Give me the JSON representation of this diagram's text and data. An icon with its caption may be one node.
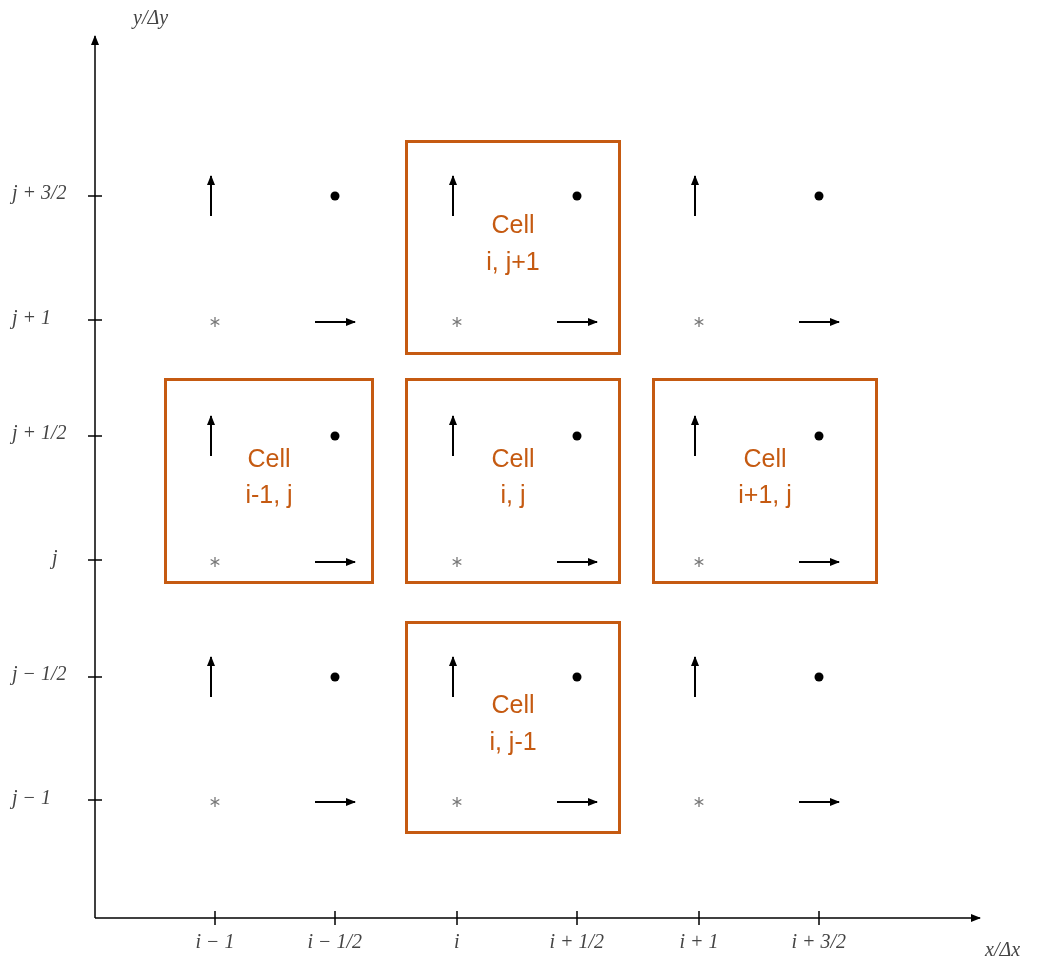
{
  "diagram": {
    "nodes": [
      {
        "text": [
          "Cell i, j+1"
        ]
      },
      {
        "text": [
          "Cell i-1, j"
        ]
      },
      {
        "text": [
          "Cell i, j"
        ]
      },
      {
        "text": [
          "Cell i+1, j"
        ]
      },
      {
        "text": [
          "Cell i, j-1"
        ]
      }
    ],
    "edges": [],
    "labels": [
      "y/Δy",
      "j + 3/2",
      "j + 1",
      "j + 1/2",
      "j",
      "j − 1/2",
      "j − 1",
      "i − 1",
      "i − 1/2",
      "i",
      "i + 1/2",
      "i + 1",
      "i + 3/2",
      "x/Δx"
    ]
  }
}
